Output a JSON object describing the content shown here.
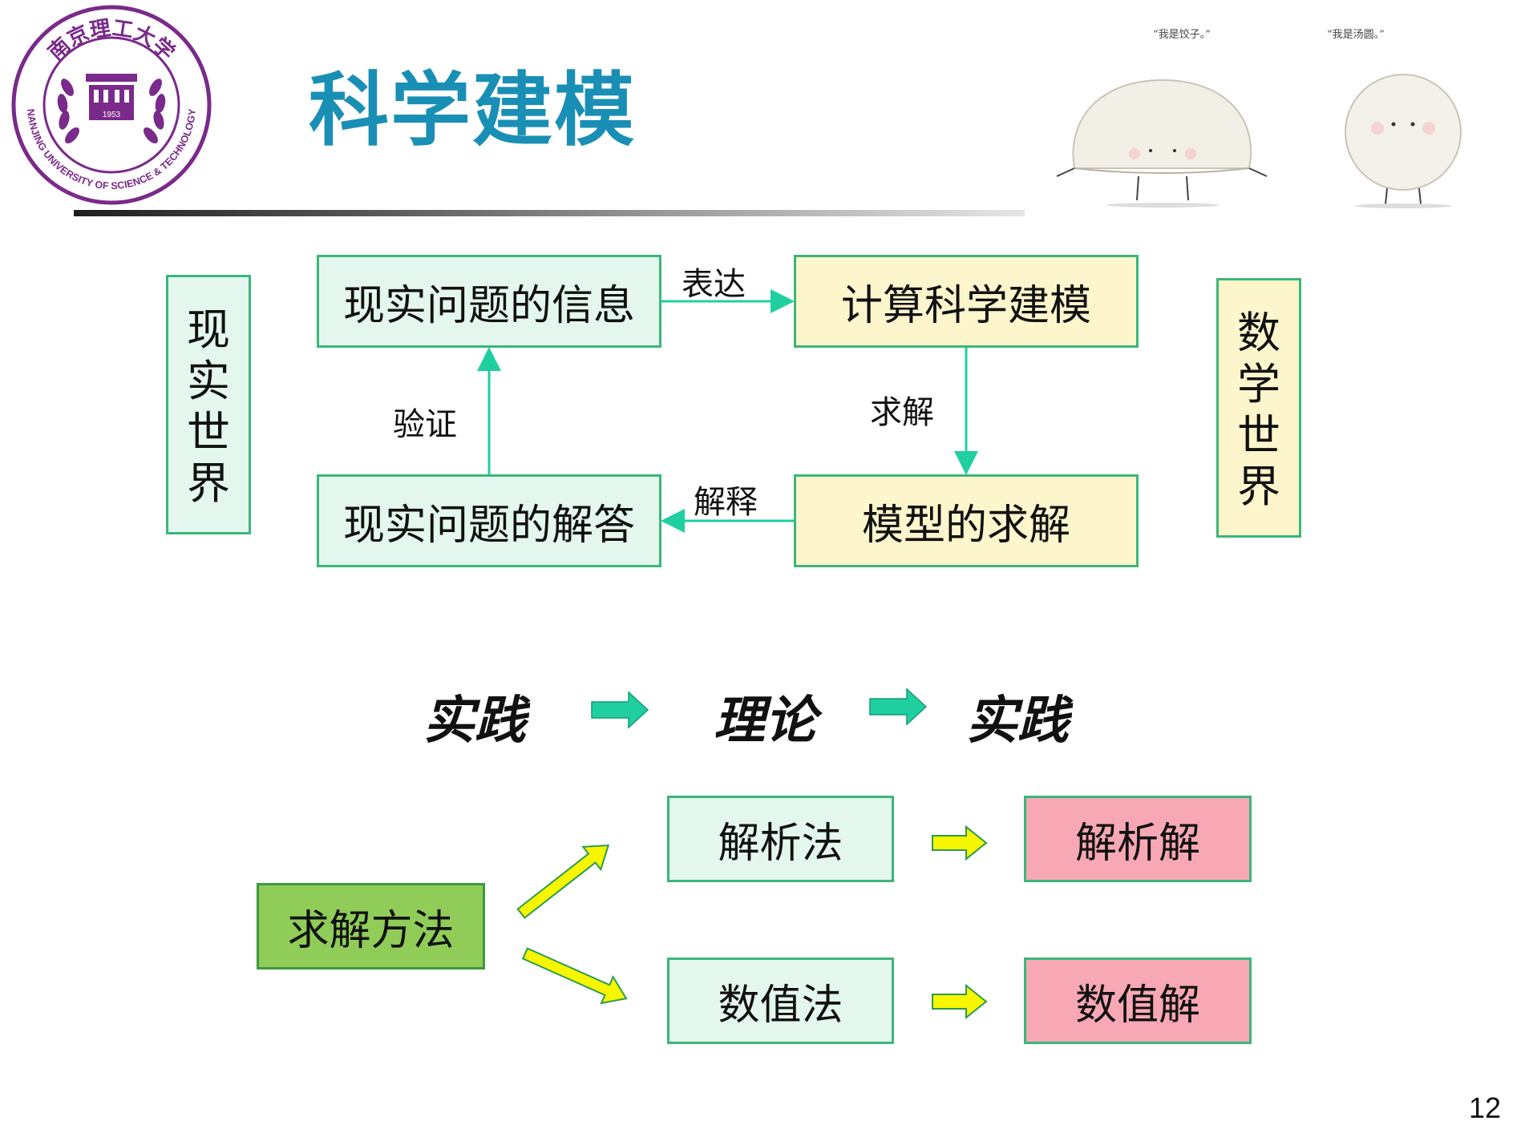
{
  "header": {
    "title": "科学建模",
    "logo": {
      "icon": "nanjing-university-of-science-technology-seal",
      "text_cn": "南京理工大学",
      "text_en": "NANJING UNIVERSITY OF SCIENCE & TECHNOLOGY",
      "year": "1953",
      "color": "#7a2a8a"
    },
    "illustration": {
      "caption_left": "“我是饺子。”",
      "caption_right": "“我是汤圆。”",
      "icon": "dumpling-and-tangyuan-illustration"
    }
  },
  "diagram": {
    "left_side": "现实世界",
    "right_side": "数学世界",
    "boxes": {
      "info": "现实问题的信息",
      "model": "计算科学建模",
      "answer": "现实问题的解答",
      "solve": "模型的求解"
    },
    "edges": {
      "express": "表达",
      "solve": "求解",
      "verify": "验证",
      "explain": "解释"
    }
  },
  "practice_row": {
    "words": [
      "实践",
      "理论",
      "实践"
    ]
  },
  "methods": {
    "root": "求解方法",
    "analytic": "解析法",
    "numeric": "数值法",
    "analytic_solution": "解析解",
    "numeric_solution": "数值解"
  },
  "colors": {
    "title": "#1a8fb5",
    "box_border": "#3cb67a",
    "green_fill": "#e4f7ee",
    "yellow_fill": "#fdf5cc",
    "pink_fill": "#f7a8b4",
    "root_fill": "#8fcc58",
    "arrow_teal": "#20cfa0",
    "arrow_yellow": "#f6f600"
  },
  "page_number": "12"
}
